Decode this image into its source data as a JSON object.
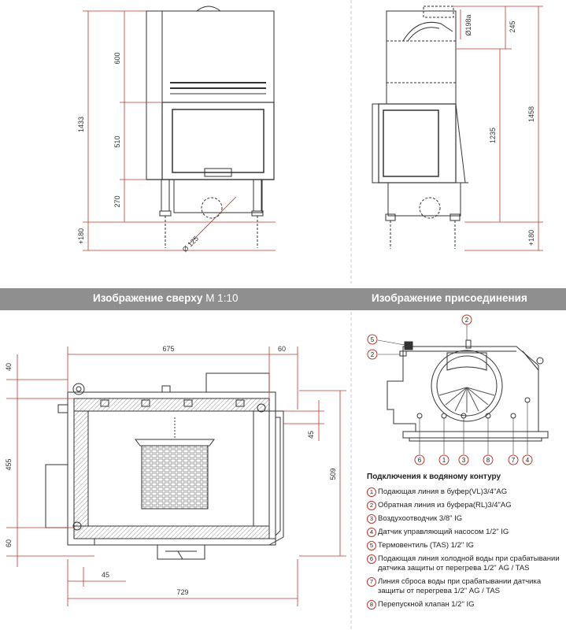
{
  "sections": {
    "top_view_title": "Изображение сверху",
    "top_view_scale": "M 1:10",
    "connection_title": "Изображение присоединения"
  },
  "dims_front": {
    "total": "1433",
    "d600": "600",
    "d510": "510",
    "d270": "270",
    "plus180": "+180",
    "flue": "Ø 125"
  },
  "dims_side": {
    "flue": "Ø198a",
    "d245": "245",
    "d1235": "1235",
    "d1458": "1458",
    "plus180": "+180"
  },
  "dims_top": {
    "w675": "675",
    "w60": "60",
    "h40": "40",
    "h455": "455",
    "h60": "60",
    "h45": "45",
    "h509": "509",
    "w45": "45",
    "w729": "729"
  },
  "callouts": {
    "top_2": "2",
    "left_5": "5",
    "left_2": "2",
    "bottom": [
      "6",
      "1",
      "3",
      "8",
      "7",
      "4"
    ]
  },
  "legend": {
    "title": "Подключения к водяному контуру",
    "items": [
      {
        "num": "1",
        "text": "Подающая линия в буфер(VL)3/4\"AG"
      },
      {
        "num": "2",
        "text": "Обратная линия из буфера(RL)3/4\"AG"
      },
      {
        "num": "3",
        "text": "Воздухоотводчик 3/8\" IG"
      },
      {
        "num": "4",
        "text": "Датчик управляющий насосом 1/2\" IG"
      },
      {
        "num": "5",
        "text": "Термовентиль (TAS) 1/2\" IG"
      },
      {
        "num": "6",
        "text": "Подающая линия холодной воды при срабатывании датчика защиты от перегрева 1/2\" AG / TAS"
      },
      {
        "num": "7",
        "text": "Линия сброса воды при срабатывании датчика защиты от перегрева 1/2\" AG / TAS"
      },
      {
        "num": "8",
        "text": "Перепускной клапан 1/2\" IG"
      }
    ]
  },
  "colors": {
    "dimension_line": "#c0392b",
    "drawing_line": "#333333",
    "band": "#8f8f8f"
  }
}
